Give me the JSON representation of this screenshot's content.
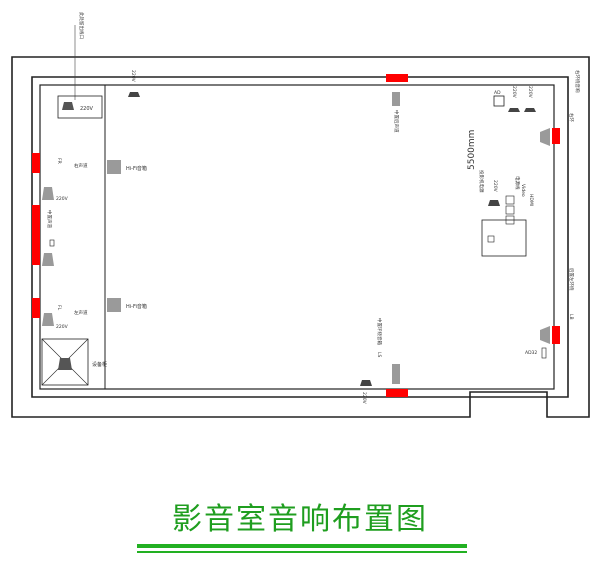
{
  "diagram": {
    "title": "影音室音响布置图",
    "colors": {
      "wall": "#222222",
      "speaker": "#ff0000",
      "title": "#1f9e1f",
      "device": "#9a9a9a"
    },
    "labels": {
      "top_vertical_note": "此处留出线口",
      "v220_top": "220V",
      "sub_box_220": "220V",
      "center_rear": "中置后声道",
      "top_right_col1": "AD",
      "top_right_col2": "220V",
      "top_right_col3": "220V",
      "right_top_speaker": "右环",
      "right_top_note": "右环绕音响",
      "dim_5500": "5500mm",
      "proj_note": "投影机电源",
      "proj_220": "220V",
      "proj_sig1": "电源线",
      "proj_sig2": "Video",
      "proj_sig3": "HDMI",
      "left_speaker_top_code": "FR",
      "left_speaker_top_label": "右声道",
      "left_220_mid": "220V",
      "left_center_label": "中置声道",
      "left_speaker_bot_code": "FL",
      "left_speaker_bot_label": "左声道",
      "left_220_bot": "220V",
      "hifi_top": "Hi-Fi音箱",
      "hifi_bot": "Hi-Fi音箱",
      "equip_label": "设备柜",
      "right_side_note": "后置左环绕",
      "right_lower_code": "LB",
      "right_lower_220": "AD32",
      "bottom_center_label": "中置环绕音箱",
      "bottom_center_code": "LS",
      "bottom_220": "220V"
    }
  }
}
